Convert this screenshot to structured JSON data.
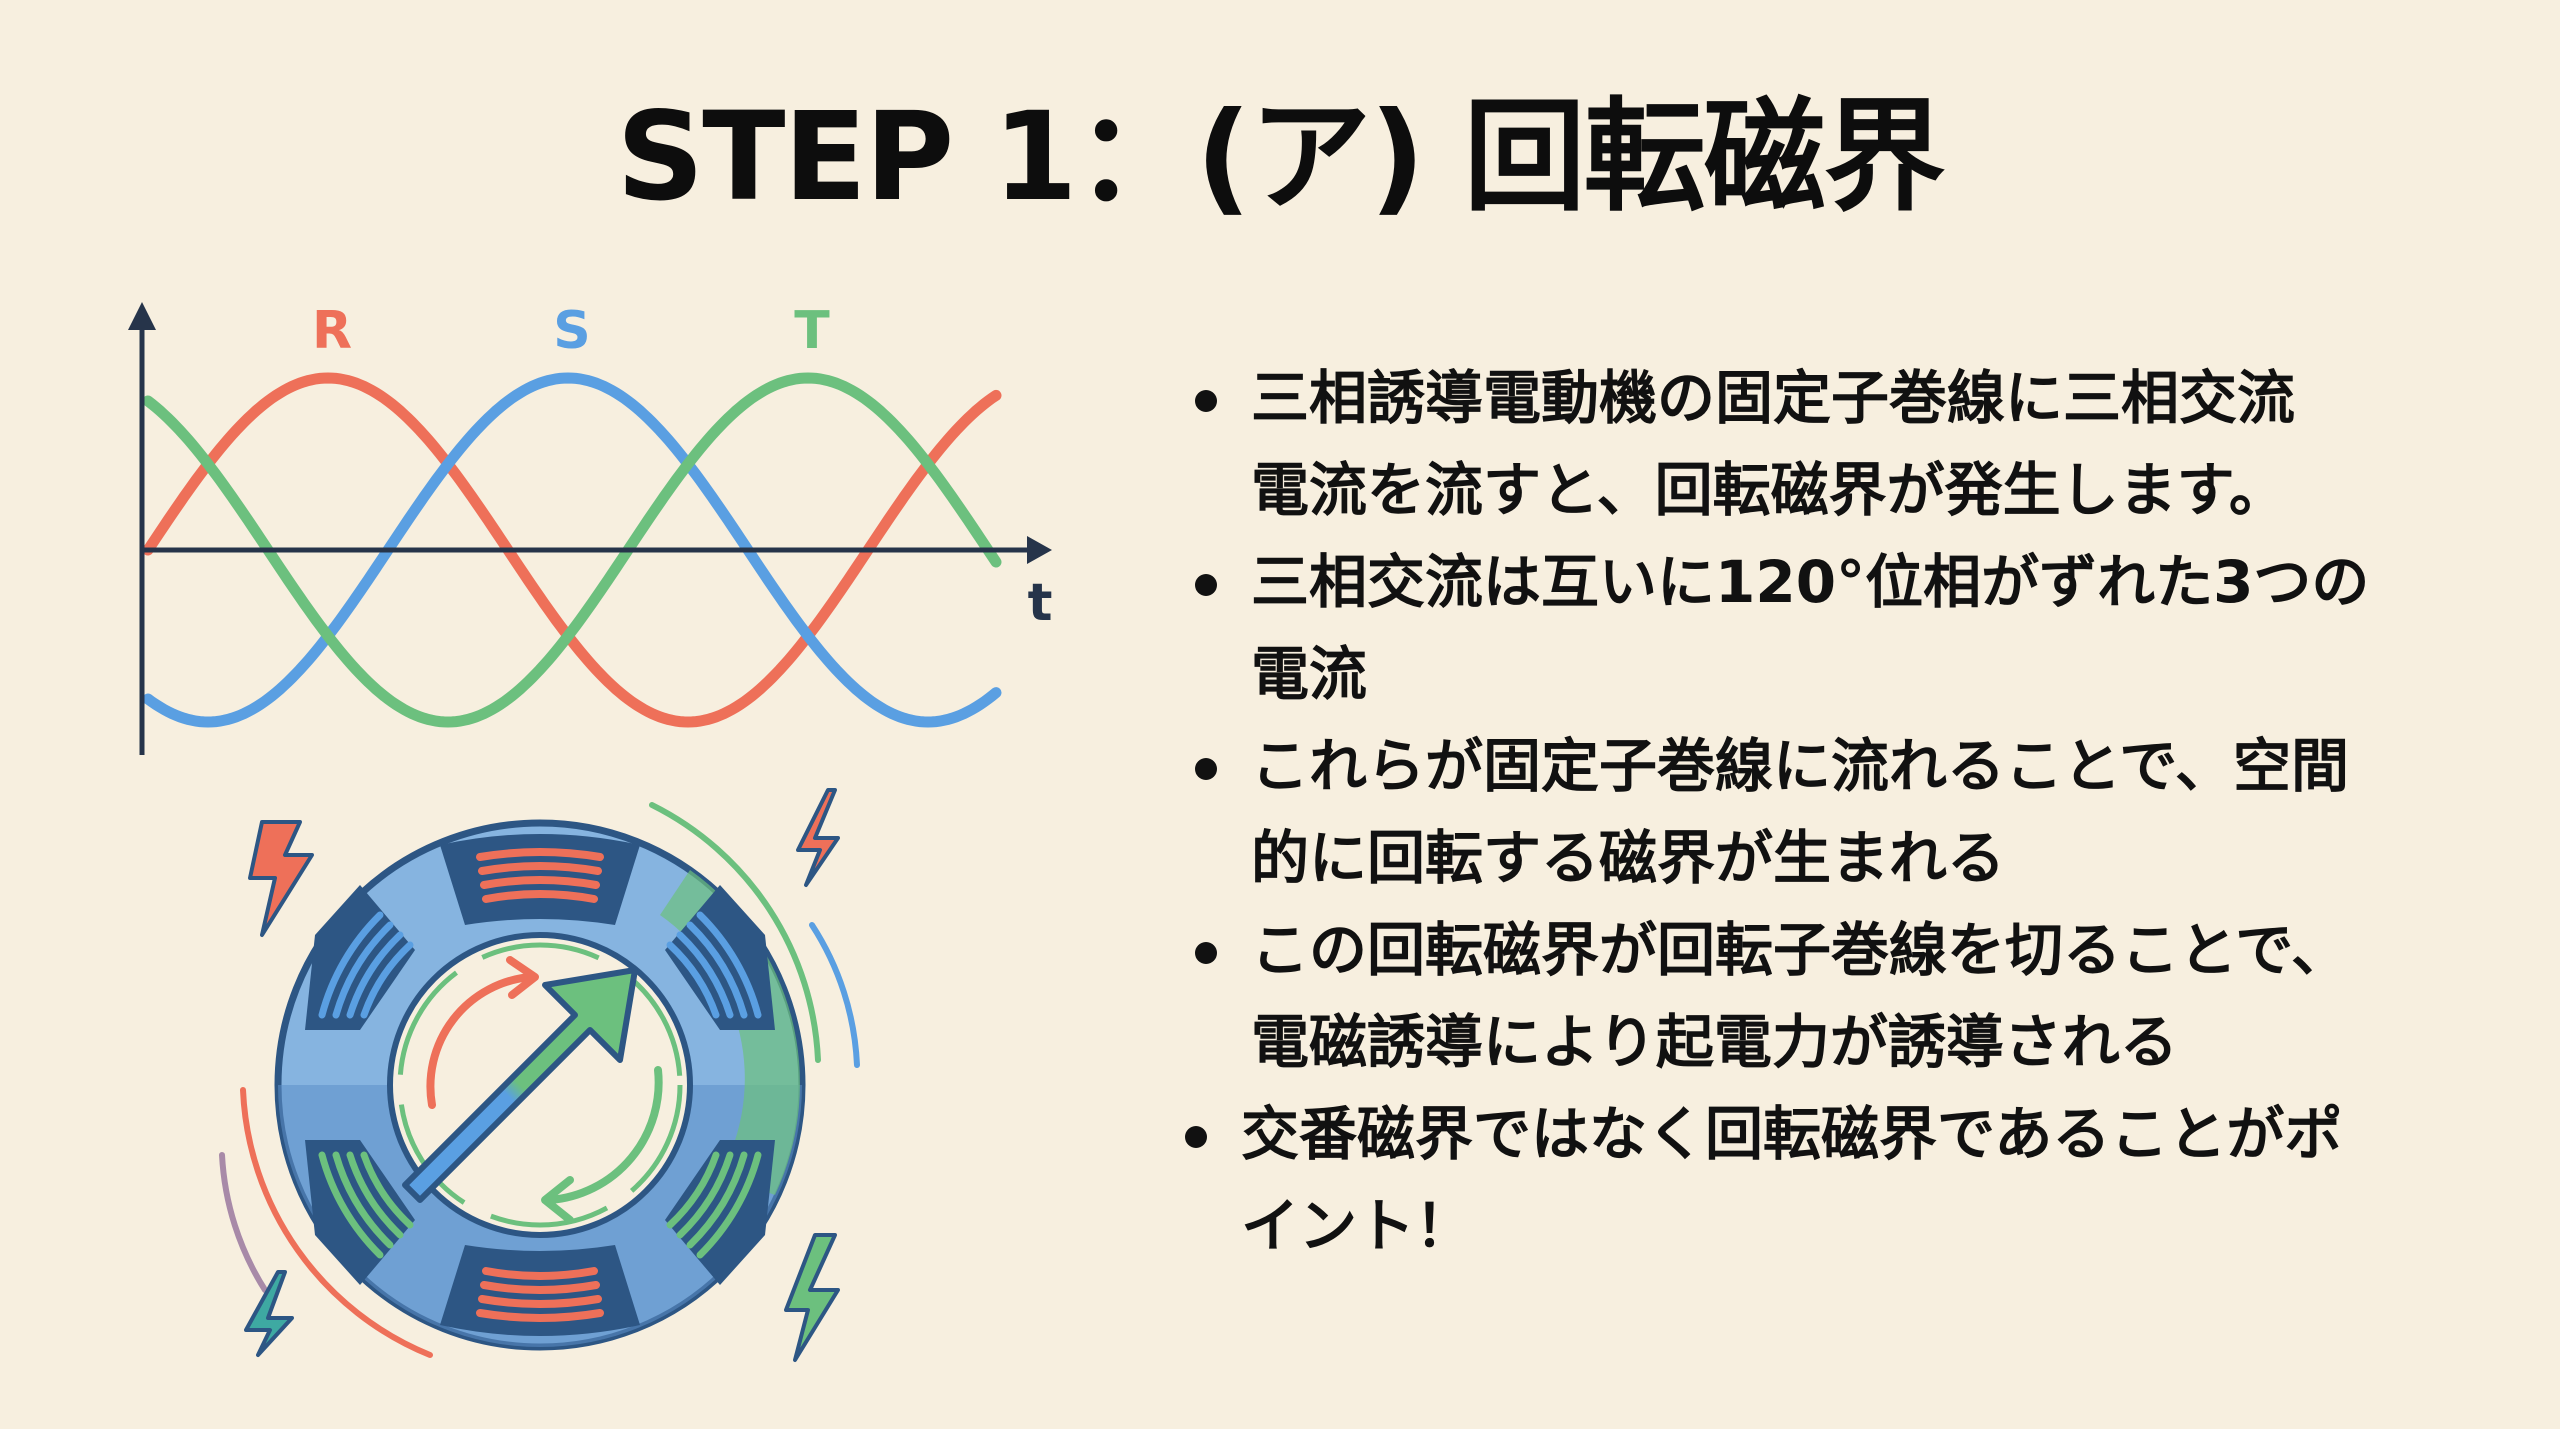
{
  "title": "STEP 1：(ア) 回転磁界",
  "colors": {
    "background": "#f7efdf",
    "phase_r": "#ee7059",
    "phase_s": "#5a9fe2",
    "phase_t": "#6cc07e",
    "axis": "#26344a",
    "stator_light": "#86b4e0",
    "stator_dark": "#2d5684"
  },
  "chart_data": {
    "type": "line",
    "title": "",
    "xlabel": "t",
    "ylabel": "",
    "legend": [
      "R",
      "S",
      "T"
    ],
    "series": [
      {
        "name": "R",
        "phase_deg": 0,
        "color": "#ee7059",
        "description": "sin(ωt)"
      },
      {
        "name": "S",
        "phase_deg": -120,
        "color": "#5a9fe2",
        "description": "sin(ωt − 120°)"
      },
      {
        "name": "T",
        "phase_deg": -240,
        "color": "#6cc07e",
        "description": "sin(ωt − 240°)"
      }
    ],
    "x_range_cycles": [
      0,
      1.18
    ],
    "y_range": [
      -1,
      1
    ],
    "grid": false
  },
  "diagram": {
    "wave_labels": {
      "r": "R",
      "s": "S",
      "t": "T"
    },
    "axis_label": "t",
    "motor": {
      "description": "固定子巻線と回転磁界を示すモーター断面図",
      "coil_groups": [
        "red-top",
        "red-bottom",
        "blue-upper-left",
        "blue-upper-right",
        "green-lower-left",
        "green-lower-right"
      ]
    }
  },
  "bullets": [
    {
      "lines": [
        "三相誘導電動機の固定子巻線に三相交流",
        "電流を流すと、回転磁界が発生します。"
      ]
    },
    {
      "lines": [
        "三相交流は互いに120°位相がずれた3つの",
        "電流"
      ]
    },
    {
      "lines": [
        "これらが固定子巻線に流れることで、空間",
        "的に回転する磁界が生まれる"
      ]
    },
    {
      "lines": [
        "この回転磁界が回転子巻線を切ることで、",
        "電磁誘導により起電力が誘導される"
      ]
    },
    {
      "lines": [
        "交番磁界ではなく回転磁界であることがポ",
        "イント！"
      ]
    }
  ]
}
